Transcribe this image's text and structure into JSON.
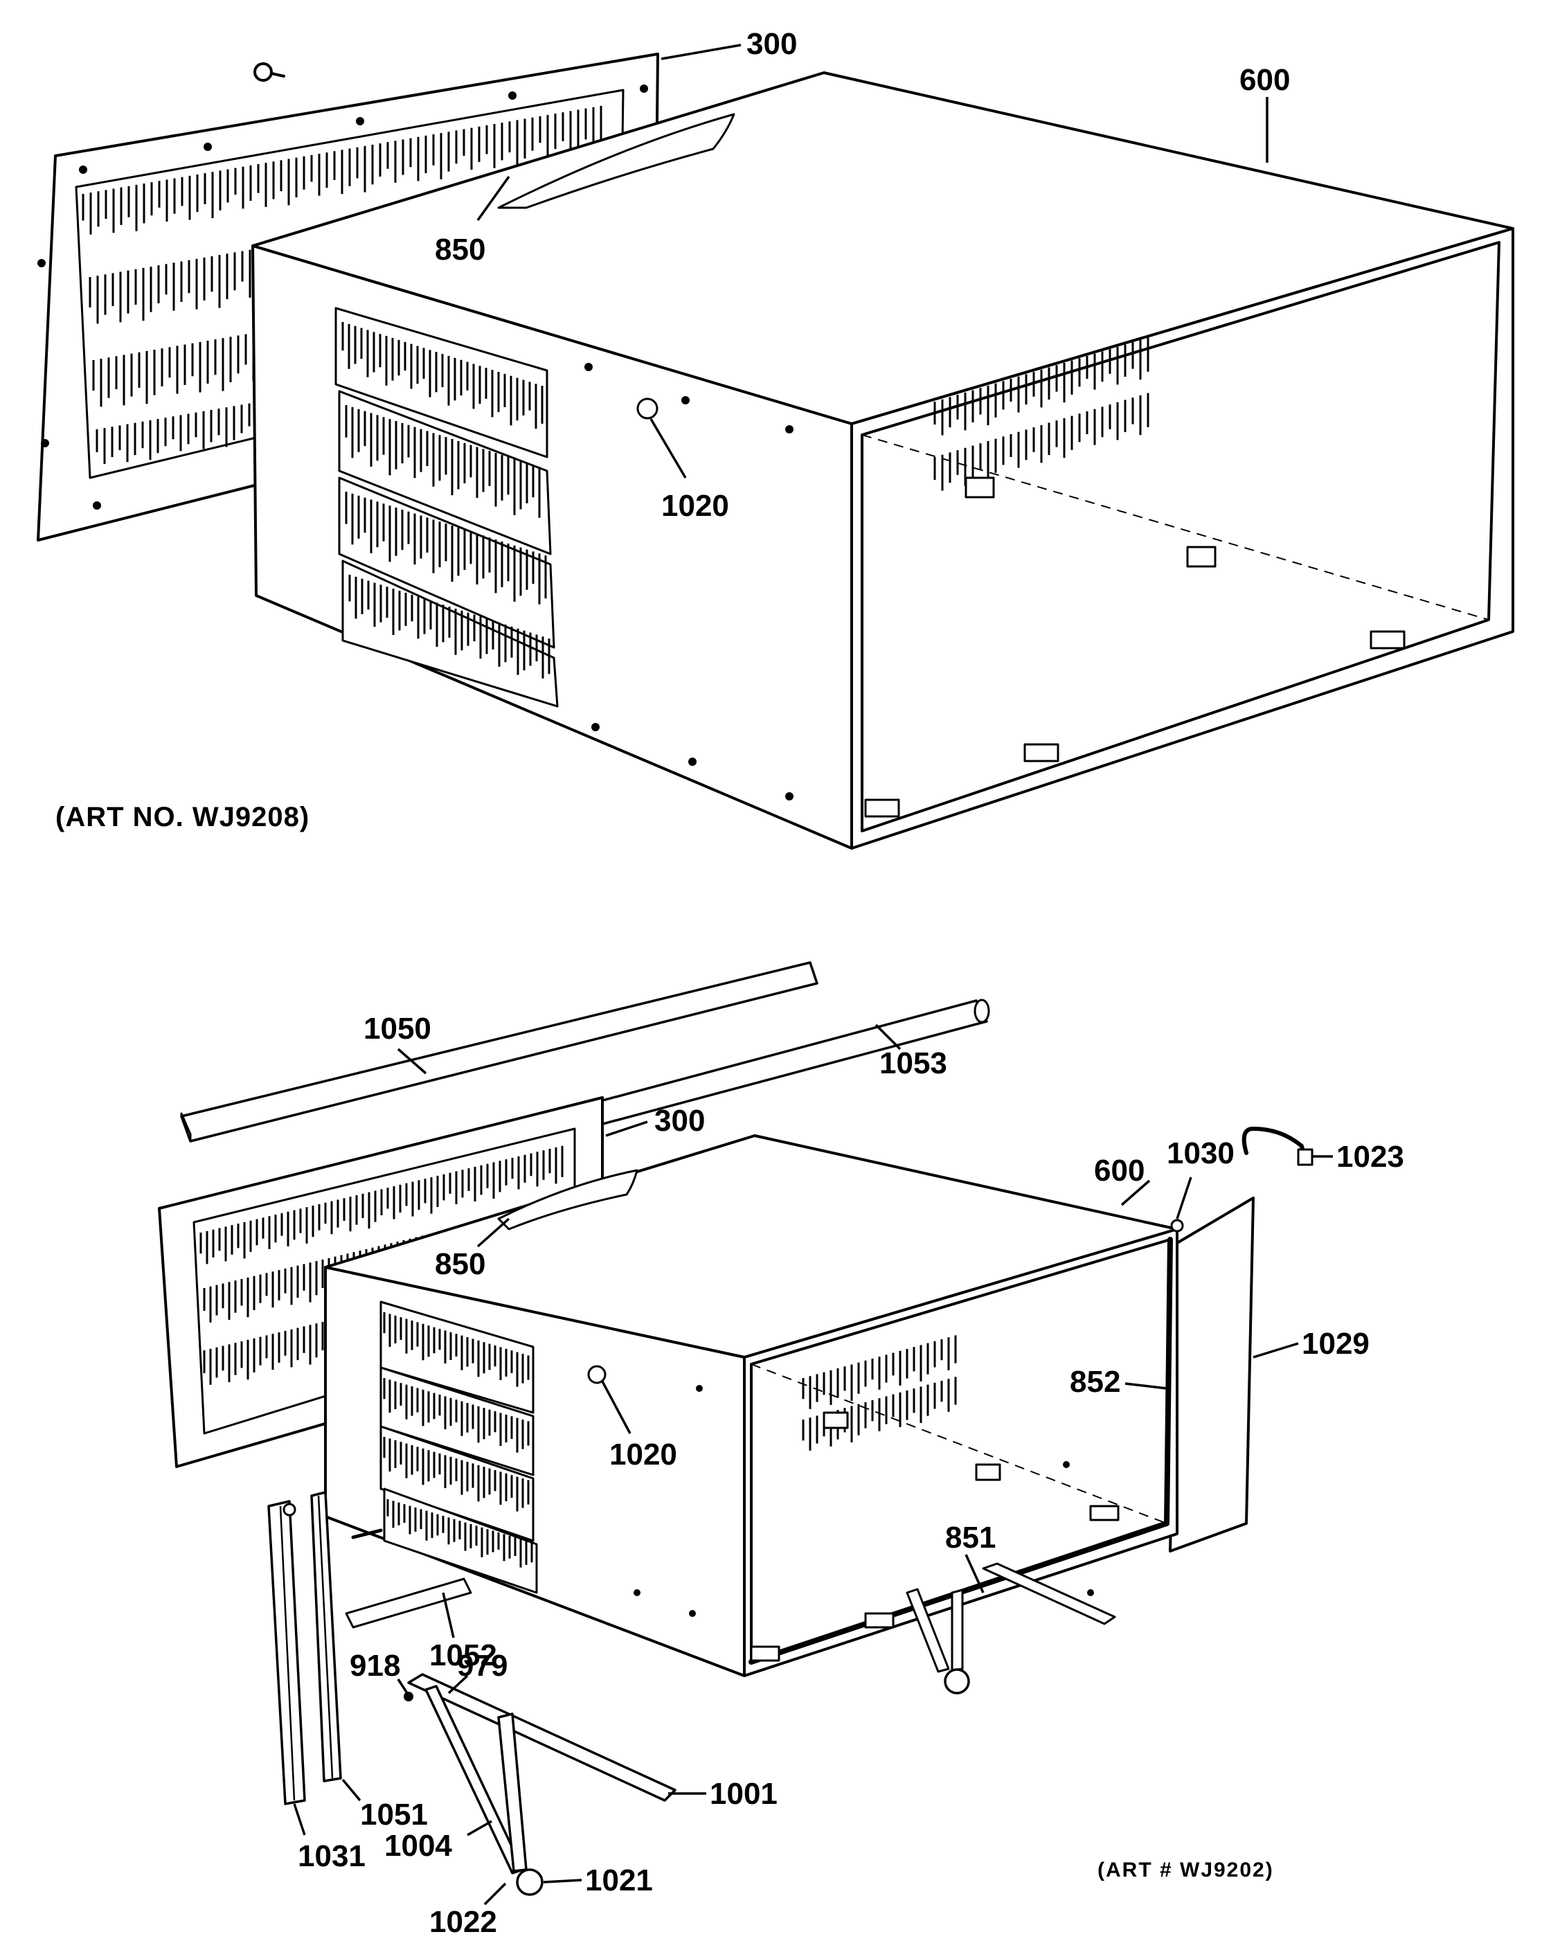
{
  "diagrams": [
    {
      "art_label": "(ART NO. WJ9208)",
      "callouts": [
        "300",
        "600",
        "850",
        "1020"
      ]
    },
    {
      "art_label": "(ART # WJ9202)",
      "callouts": [
        "1050",
        "1053",
        "300",
        "1030",
        "1023",
        "600",
        "850",
        "1029",
        "852",
        "1020",
        "851",
        "1052",
        "918",
        "979",
        "1001",
        "1051",
        "1004",
        "1031",
        "1021",
        "1022"
      ]
    }
  ]
}
